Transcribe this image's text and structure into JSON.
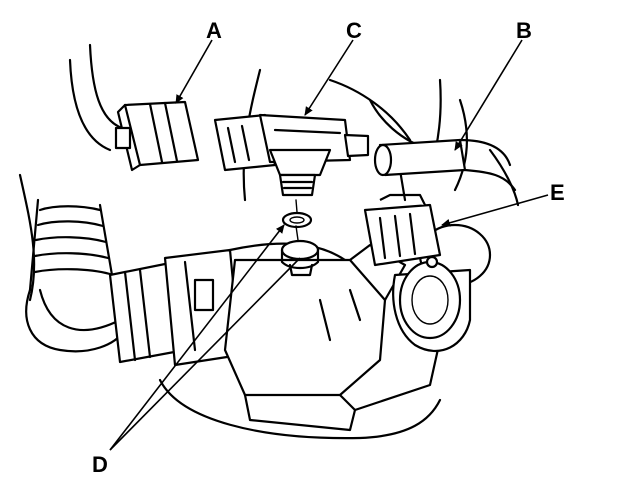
{
  "callouts": {
    "a": "A",
    "b": "B",
    "c": "C",
    "d": "D",
    "e": "E"
  },
  "colors": {
    "ink": "#000000",
    "paper": "#ffffff"
  }
}
